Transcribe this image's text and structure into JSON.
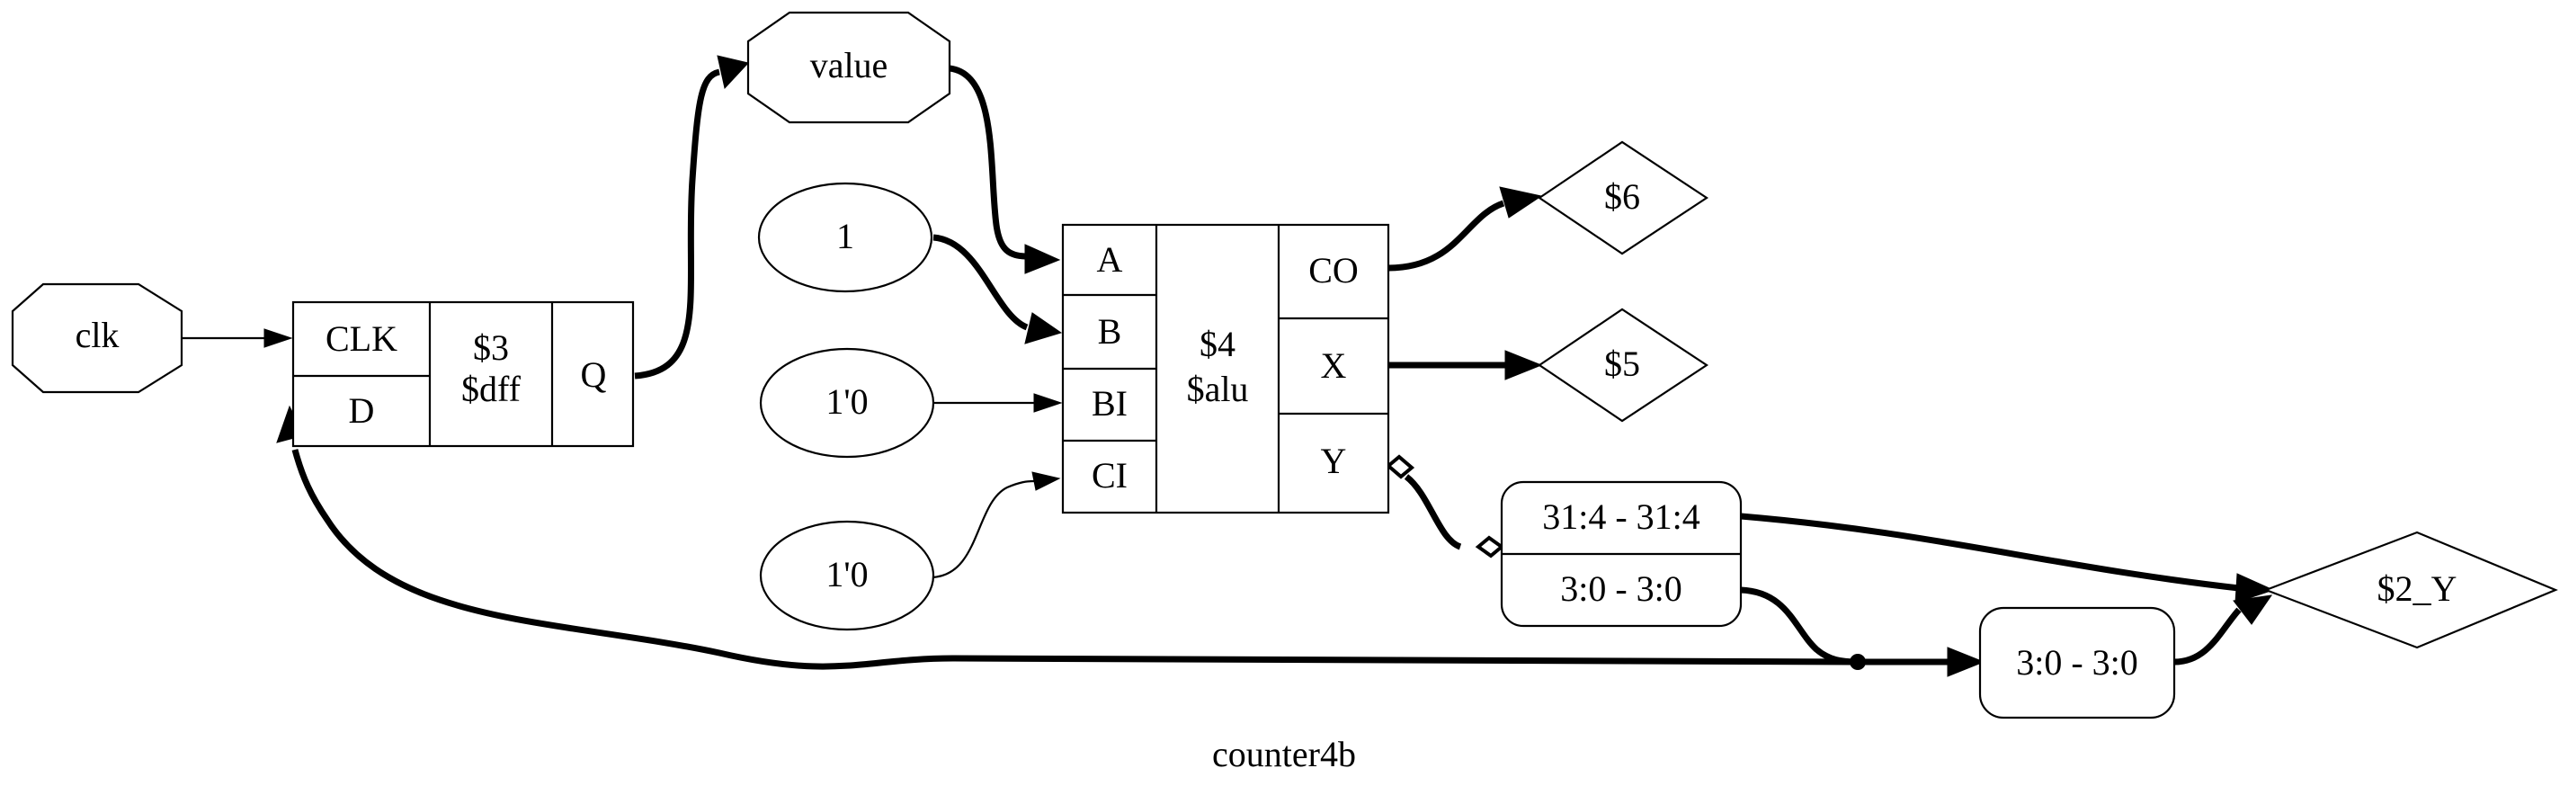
{
  "diagram": {
    "title": "counter4b",
    "ports": {
      "clk": "clk",
      "value": "value",
      "out6": "$6",
      "out5": "$5",
      "out2y": "$2_Y"
    },
    "constants": {
      "one": "1",
      "zero_a": "1'0",
      "zero_b": "1'0"
    },
    "dff": {
      "name": "$3",
      "type": "$dff",
      "clk_pin": "CLK",
      "d_pin": "D",
      "q_pin": "Q"
    },
    "alu": {
      "name": "$4",
      "type": "$alu",
      "inputs": [
        "A",
        "B",
        "BI",
        "CI"
      ],
      "outputs": [
        "CO",
        "X",
        "Y"
      ]
    },
    "slices": {
      "split_top": "31:4 - 31:4",
      "split_bottom": "3:0 - 3:0",
      "join": "3:0 - 3:0"
    }
  }
}
